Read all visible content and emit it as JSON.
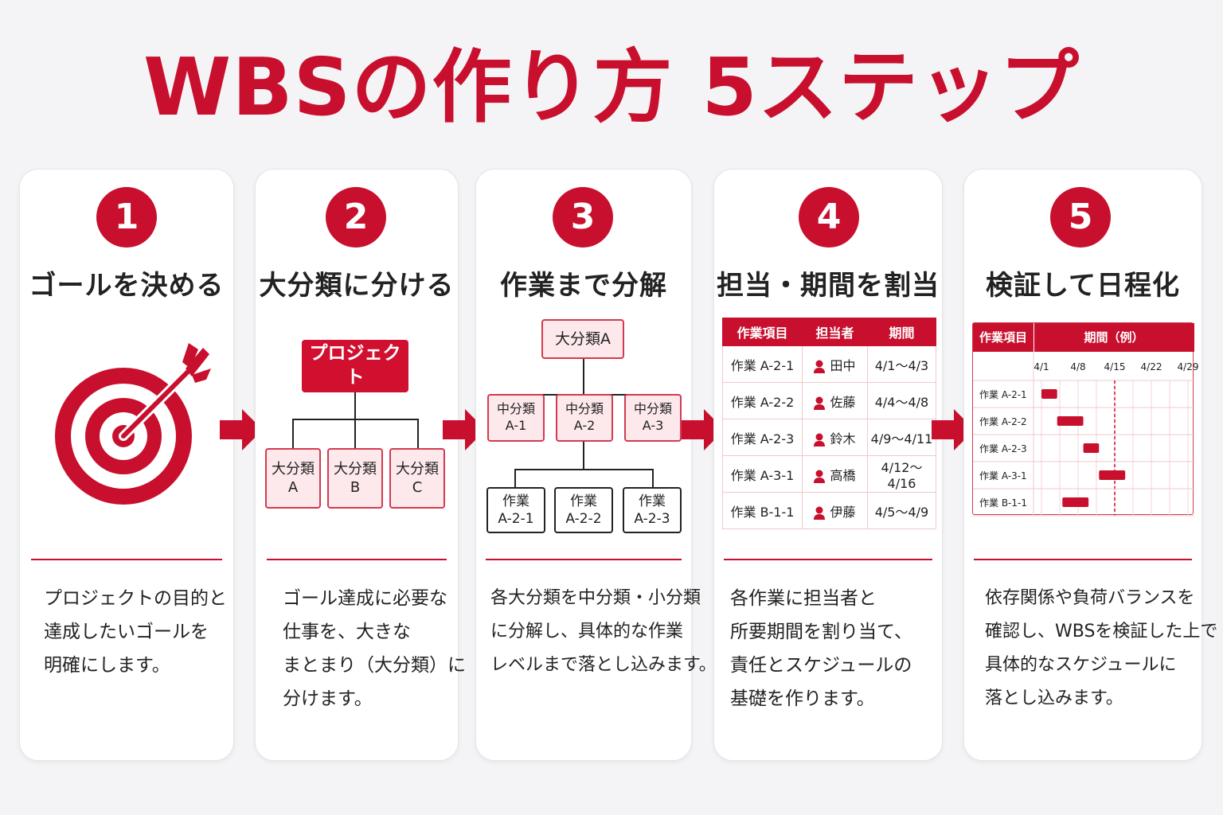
{
  "title": "WBSの作り方 5ステップ",
  "colors": {
    "accent": "#c8102e",
    "light_pink": "#fde9ec"
  },
  "steps": [
    {
      "number": "1",
      "title": "ゴールを決める",
      "icon": "target-with-arrow-icon",
      "desc": [
        "プロジェクトの目的と",
        "達成したいゴールを",
        "明確にします。"
      ]
    },
    {
      "number": "2",
      "title": "大分類に分ける",
      "desc": [
        "ゴール達成に必要な",
        "仕事を、大きな",
        "まとまり（大分類）に",
        "分けます。"
      ]
    },
    {
      "number": "3",
      "title": "作業まで分解",
      "desc": [
        "各大分類を中分類・小分類",
        "に分解し、具体的な作業",
        "レベルまで落とし込みます。"
      ]
    },
    {
      "number": "4",
      "title": "担当・期間を割当",
      "desc": [
        "各作業に担当者と",
        "所要期間を割り当て、",
        "責任とスケジュールの",
        "基礎を作ります。"
      ]
    },
    {
      "number": "5",
      "title": "検証して日程化",
      "desc": [
        "依存関係や負荷バランスを",
        "確認し、WBSを検証した上で",
        "具体的なスケジュールに",
        "落とし込みます。"
      ]
    }
  ],
  "step2_tree": {
    "root": "プロジェクト",
    "children": [
      {
        "line1": "大分類",
        "line2": "A"
      },
      {
        "line1": "大分類",
        "line2": "B"
      },
      {
        "line1": "大分類",
        "line2": "C"
      }
    ]
  },
  "step3_tree": {
    "root": "大分類A",
    "mid": [
      {
        "line1": "中分類",
        "line2": "A-1"
      },
      {
        "line1": "中分類",
        "line2": "A-2"
      },
      {
        "line1": "中分類",
        "line2": "A-3"
      }
    ],
    "leaf": [
      {
        "line1": "作業",
        "line2": "A-2-1"
      },
      {
        "line1": "作業",
        "line2": "A-2-2"
      },
      {
        "line1": "作業",
        "line2": "A-2-3"
      }
    ]
  },
  "assign_table": {
    "headers": [
      "作業項目",
      "担当者",
      "期間"
    ],
    "rows": [
      {
        "task": "作業 A-2-1",
        "person": "田中",
        "period": "4/1～4/3"
      },
      {
        "task": "作業 A-2-2",
        "person": "佐藤",
        "period": "4/4～4/8"
      },
      {
        "task": "作業 A-2-3",
        "person": "鈴木",
        "period": "4/9～4/11"
      },
      {
        "task": "作業 A-3-1",
        "person": "高橋",
        "period": "4/12～4/16"
      },
      {
        "task": "作業 B-1-1",
        "person": "伊藤",
        "period": "4/5～4/9"
      }
    ]
  },
  "gantt": {
    "headers": [
      "作業項目",
      "期間（例）"
    ],
    "dates": [
      "4/1",
      "4/8",
      "4/15",
      "4/22",
      "4/29"
    ],
    "tasks": [
      {
        "name": "作業 A-2-1",
        "start": "4/1",
        "end": "4/3"
      },
      {
        "name": "作業 A-2-2",
        "start": "4/4",
        "end": "4/8"
      },
      {
        "name": "作業 A-2-3",
        "start": "4/9",
        "end": "4/11"
      },
      {
        "name": "作業 A-3-1",
        "start": "4/12",
        "end": "4/16"
      },
      {
        "name": "作業 B-1-1",
        "start": "4/5",
        "end": "4/9"
      }
    ]
  }
}
